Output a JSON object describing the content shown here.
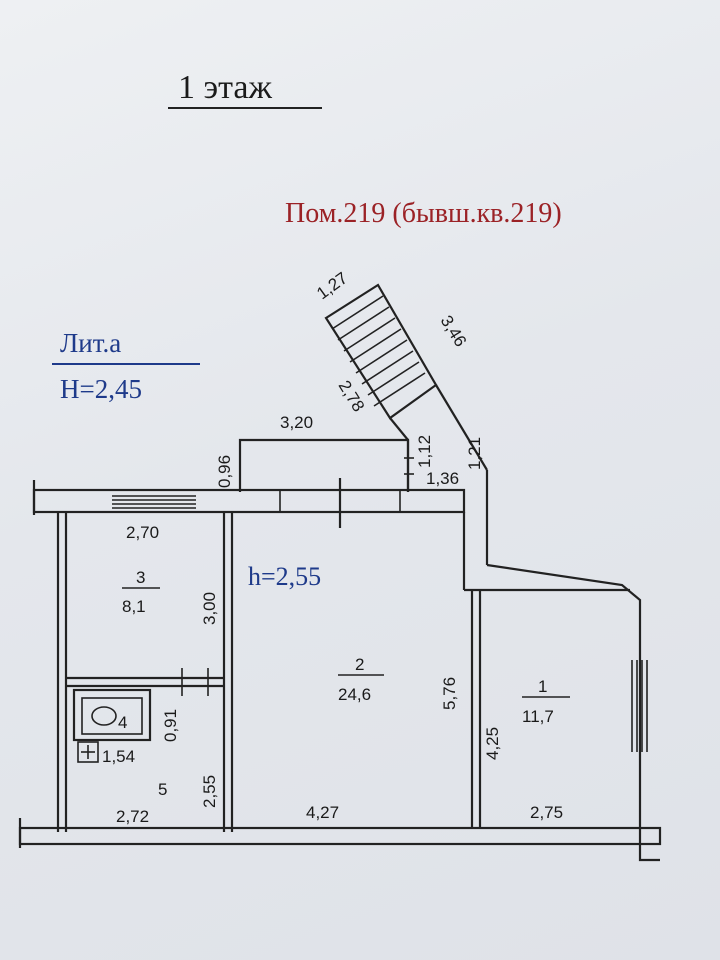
{
  "floor_title": "1 этаж",
  "premises_title": "Пом.219 (бывш.кв.219)",
  "liter": {
    "name": "Лит.а",
    "height": "H=2,45"
  },
  "inner_height": "h=2,55",
  "rooms": [
    {
      "number": "1",
      "area": "11,7"
    },
    {
      "number": "2",
      "area": "24,6"
    },
    {
      "number": "3",
      "area": "8,1"
    },
    {
      "number": "4",
      "area": ""
    },
    {
      "number": "5",
      "area": ""
    }
  ],
  "dimensions": {
    "stair_top": "1,27",
    "stair_right": "3,46",
    "stair_left": "2,78",
    "porch_width": "3,20",
    "porch_depth": "0,96",
    "step_height": "1,12",
    "step_width": "1,36",
    "corridor_side": "1,21",
    "room3_width": "2,70",
    "room3_depth": "3,00",
    "room2_depth": "5,76",
    "room1_depth": "4,25",
    "wc_depth": "0,91",
    "wc_width": "1,54",
    "room5_depth": "2,55",
    "room5_width": "2,72",
    "room2_width": "4,27",
    "room1_width": "2,75"
  },
  "colors": {
    "ink": "#222222",
    "red": "#9b2226",
    "blue": "#1e3a8a"
  }
}
